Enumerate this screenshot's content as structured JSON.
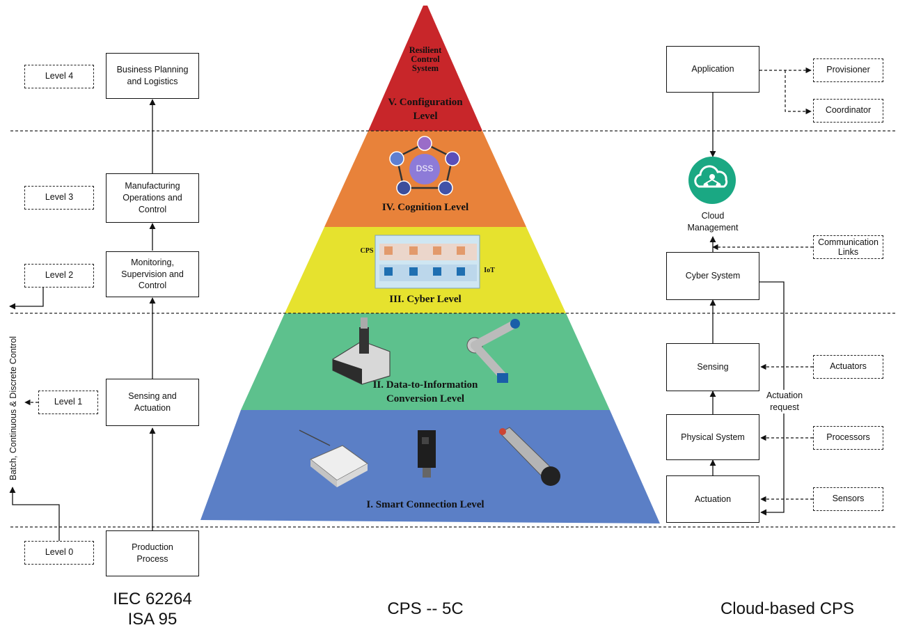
{
  "left": {
    "boxes": {
      "l4": "Business Planning\nand Logistics",
      "l3": "Manufacturing\nOperations and\nControl",
      "l2": "Monitoring,\nSupervision and\nControl",
      "l1": "Sensing and\nActuation",
      "l0": "Production\nProcess"
    },
    "levels": {
      "l4": "Level 4",
      "l3": "Level 3",
      "l2": "Level 2",
      "l1": "Level 1",
      "l0": "Level 0"
    },
    "vertical_label": "Batch, Continuous & Discrete Control",
    "caption": "IEC 62264\nISA 95"
  },
  "pyramid": {
    "top_label": "Resilient\nControl\nSystem",
    "levels": [
      {
        "name": "V. Configuration\nLevel",
        "color": "#c8262a"
      },
      {
        "name": "IV. Cognition Level",
        "color": "#e8823a"
      },
      {
        "name": "III. Cyber Level",
        "color": "#e6e22e"
      },
      {
        "name": "II. Data-to-Information\nConversion Level",
        "color": "#5dc18d"
      },
      {
        "name": "I. Smart Connection Level",
        "color": "#5b7fc6"
      }
    ],
    "dss_label": "DSS",
    "cps_label": "CPS",
    "iot_label": "IoT",
    "caption": "CPS -- 5C"
  },
  "right": {
    "boxes": {
      "application": "Application",
      "cyber": "Cyber System",
      "sensing": "Sensing",
      "physical": "Physical System",
      "actuation": "Actuation"
    },
    "dashed": {
      "provisioner": "Provisioner",
      "coordinator": "Coordinator",
      "comm": "Communication\nLinks",
      "actuators": "Actuators",
      "processors": "Processors",
      "sensors": "Sensors"
    },
    "cloud_label": "Cloud\nManagement",
    "actuation_request": "Actuation\nrequest",
    "caption": "Cloud-based CPS",
    "cloud_icon_color": "#1aa883"
  }
}
